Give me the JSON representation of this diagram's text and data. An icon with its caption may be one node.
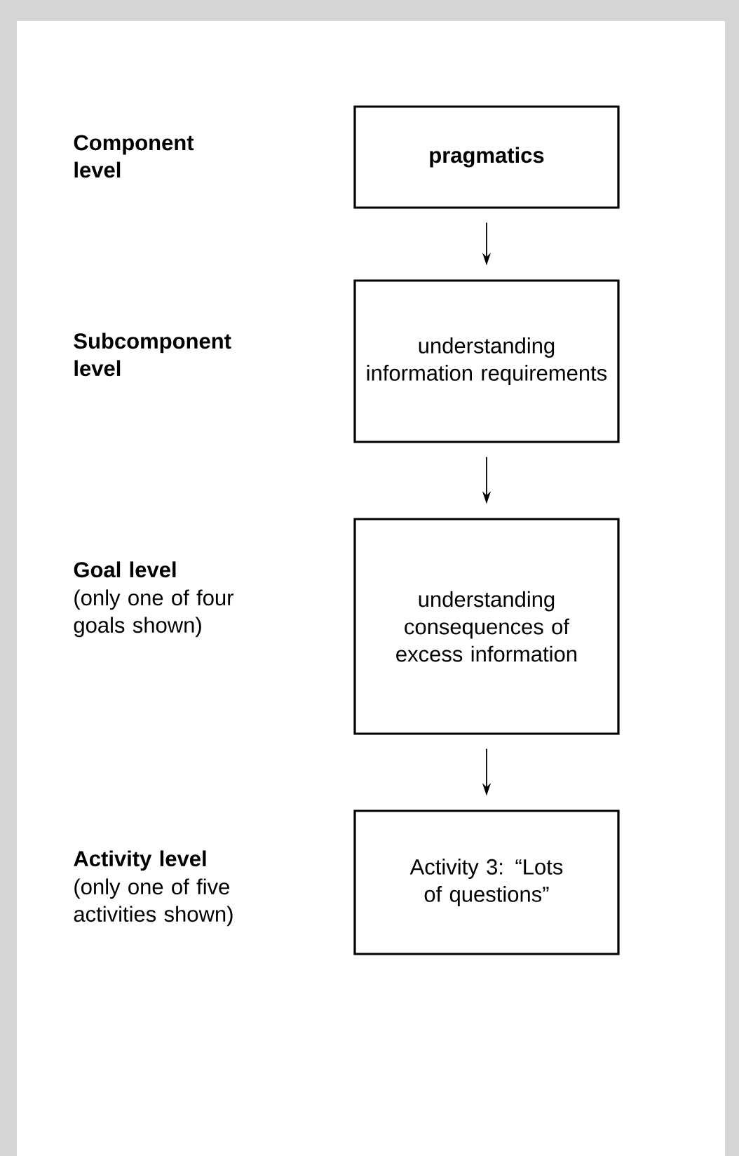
{
  "diagram": {
    "nodes": [
      {
        "text": [
          "pragmatics"
        ]
      },
      {
        "text": [
          "understanding information requirements"
        ]
      },
      {
        "text": [
          "understanding consequences of excess information"
        ]
      },
      {
        "text": [
          "Activity 3: “Lots of questions”"
        ]
      }
    ],
    "edges": [
      {
        "from": 0,
        "to": 1,
        "arrow": "to"
      },
      {
        "from": 1,
        "to": 2,
        "arrow": "to"
      },
      {
        "from": 2,
        "to": 3,
        "arrow": "to"
      }
    ],
    "labels": [
      "Component level",
      "Subcomponent level",
      "Goal level",
      "(only one of four goals shown)",
      "Activity level",
      "(only one of five activities shown)"
    ]
  }
}
